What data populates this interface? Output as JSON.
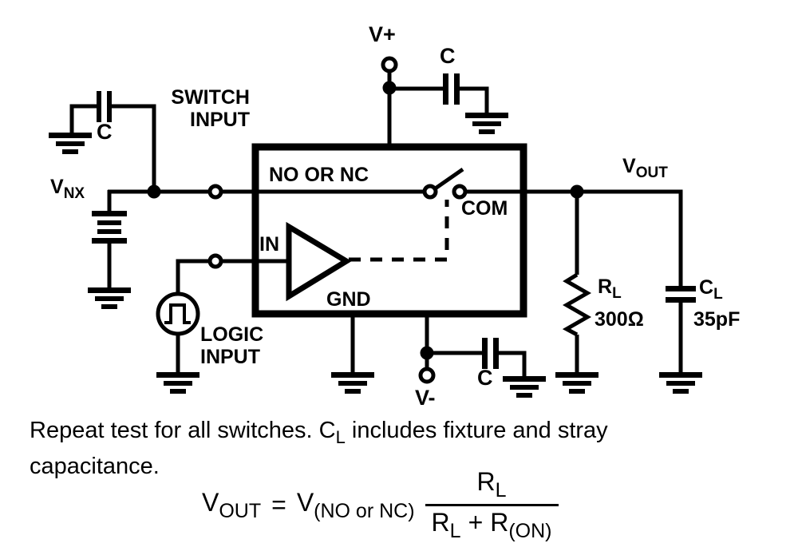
{
  "colors": {
    "background": "#ffffff",
    "ink": "#000000"
  },
  "schematic": {
    "v_plus": "V+",
    "v_minus": "V-",
    "cap_top_label": "C",
    "cap_left_label": "C",
    "cap_bottom_label": "C",
    "switch_input_line1": "SWITCH",
    "switch_input_line2": "INPUT",
    "logic_input_line1": "LOGIC",
    "logic_input_line2": "INPUT",
    "vnx_main": "V",
    "vnx_sub": "NX",
    "pin_no_or_nc": "NO OR NC",
    "pin_com": "COM",
    "pin_in": "IN",
    "pin_gnd": "GND",
    "vout_main": "V",
    "vout_sub": "OUT",
    "rl_main": "R",
    "rl_sub": "L",
    "rl_value": "300Ω",
    "cl_main": "C",
    "cl_sub": "L",
    "cl_value": "35pF"
  },
  "note": {
    "line1_pre": "Repeat test for all switches. C",
    "line1_sub": "L",
    "line1_post": " includes fixture and stray",
    "line2": "capacitance."
  },
  "formula": {
    "lhs_main": "V",
    "lhs_sub": "OUT",
    "equals": "=",
    "rhs_main": "V",
    "rhs_sub": "(NO or NC)",
    "num_main": "R",
    "num_sub": "L",
    "den_a_main": "R",
    "den_a_sub": "L",
    "den_plus": "+",
    "den_b_main": "R",
    "den_b_sub": "(ON)"
  }
}
